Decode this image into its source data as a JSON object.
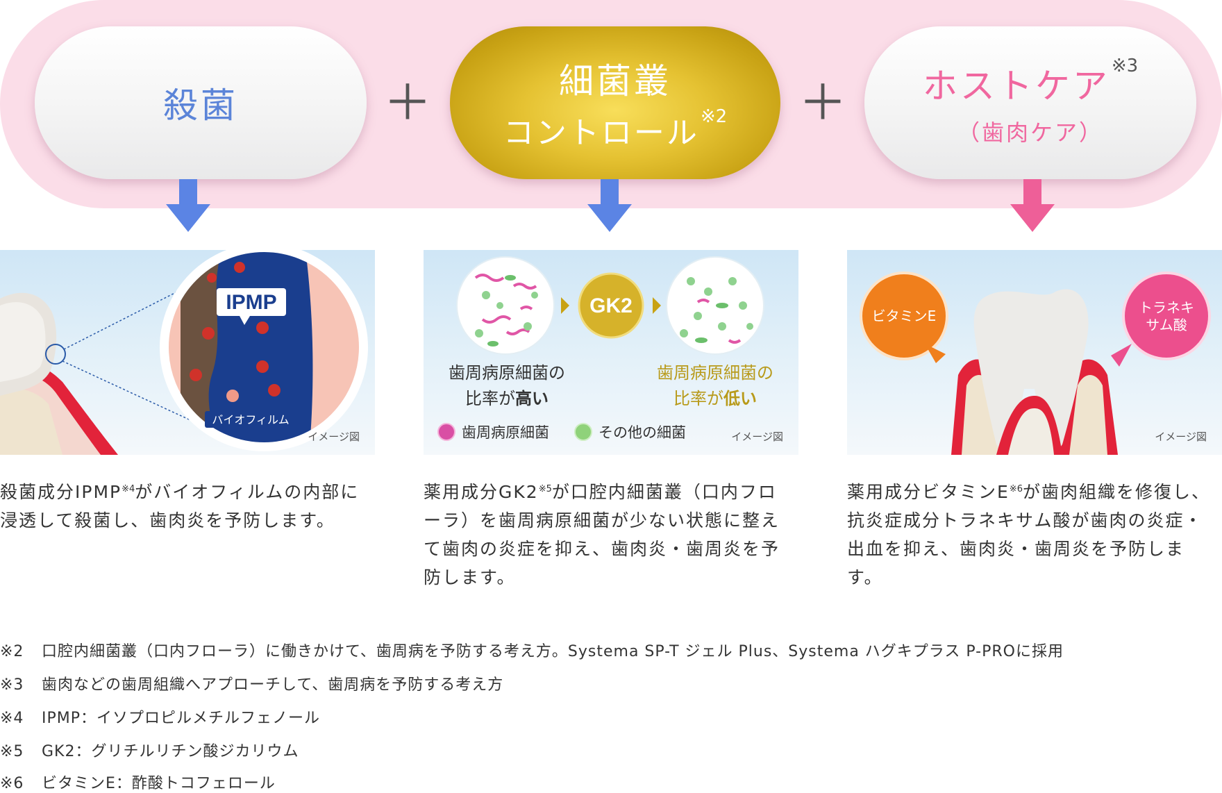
{
  "pills": {
    "left": {
      "title": "殺菌",
      "color": "#5b84d8"
    },
    "center": {
      "title": "細菌叢",
      "subtitle": "コントロール",
      "note": "※2",
      "color": "#ffffff"
    },
    "right": {
      "title": "ホストケア",
      "note": "※3",
      "paren": "（歯肉ケア）",
      "color": "#f0679f"
    }
  },
  "plus_sign": "＋",
  "panel_left": {
    "label_ipmp": "IPMP",
    "label_biofilm": "バイオフィルム",
    "image_note": "イメージ図"
  },
  "panel_center": {
    "badge": "GK2",
    "before_line1": "歯周病原細菌の",
    "before_line2_prefix": "比率が",
    "before_line2_bold": "高い",
    "after_line1": "歯周病原細菌の",
    "after_line2_prefix": "比率が",
    "after_line2_bold": "低い",
    "legend_pathogen": "歯周病原細菌",
    "legend_other": "その他の細菌",
    "image_note": "イメージ図"
  },
  "panel_right": {
    "bubble_vitamin": "ビタミンE",
    "bubble_tranex_1": "トラネキ",
    "bubble_tranex_2": "サム酸",
    "image_note": "イメージ図"
  },
  "desc_left": {
    "a": "殺菌成分IPMP",
    "sup": "※4",
    "b": "がバイオフィルムの内部に浸透して殺菌し、歯肉炎を予防します。"
  },
  "desc_center": {
    "a": "薬用成分GK2",
    "sup": "※5",
    "b": "が口腔内細菌叢（口内フローラ）を歯周病原細菌が少ない状態に整えて歯肉の炎症を抑え、歯肉炎・歯周炎を予防します。"
  },
  "desc_right": {
    "a": "薬用成分ビタミンE",
    "sup": "※6",
    "b": "が歯肉組織を修復し、抗炎症成分トラネキサム酸が歯肉の炎症・出血を抑え、歯肉炎・歯周炎を予防します。"
  },
  "footnotes": [
    {
      "num": "※2",
      "text": "口腔内細菌叢（口内フローラ）に働きかけて、歯周病を予防する考え方。Systema SP-T ジェル Plus、Systema ハグキプラス P-PROに採用"
    },
    {
      "num": "※3",
      "text": "歯肉などの歯周組織へアプローチして、歯周病を予防する考え方"
    },
    {
      "num": "※4",
      "text": "IPMP：イソプロピルメチルフェノール"
    },
    {
      "num": "※5",
      "text": "GK2：グリチルリチン酸ジカリウム"
    },
    {
      "num": "※6",
      "text": "ビタミンE：酢酸トコフェロール"
    }
  ],
  "colors": {
    "band": "#fbdde8",
    "blue_arrow": "#5b84e4",
    "pink_arrow": "#ee5f98",
    "gold": "#b89a1a"
  }
}
